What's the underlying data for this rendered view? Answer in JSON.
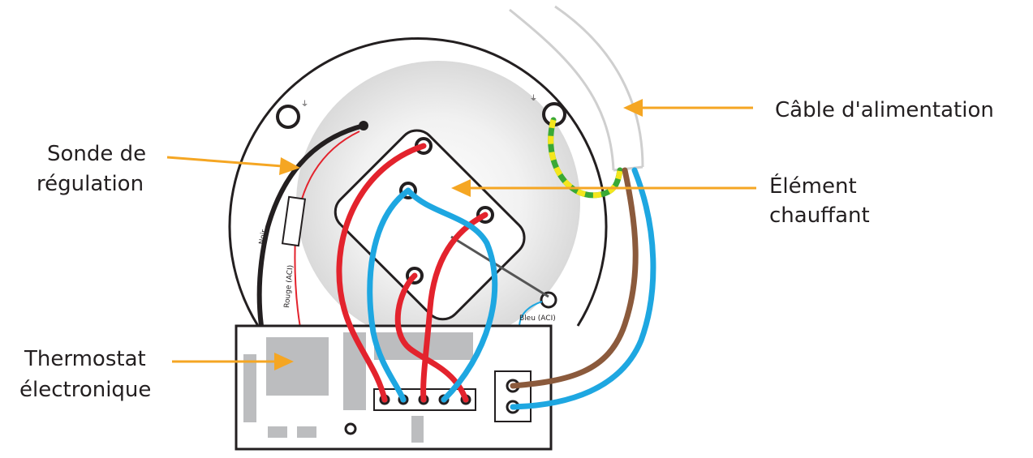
{
  "callouts": {
    "power_cable": "Câble d'alimentation",
    "probe_line1": "Sonde de",
    "probe_line2": "régulation",
    "element_line1": "Élément",
    "element_line2": "chauffant",
    "thermostat_line1": "Thermostat",
    "thermostat_line2": "électronique"
  },
  "wire_labels": {
    "black": "Noir",
    "red": "Rouge (ACI)",
    "blue": "Bleu (ACI)"
  },
  "symbols": {
    "ground": "⏚"
  },
  "colors": {
    "arrow": "#f5a623",
    "red_wire": "#e3232d",
    "blue_wire": "#1ea7e1",
    "brown_wire": "#8b5a3c",
    "earth_green": "#3aa935",
    "earth_yellow": "#f4e61d",
    "component_grey": "#bcbdbf"
  }
}
